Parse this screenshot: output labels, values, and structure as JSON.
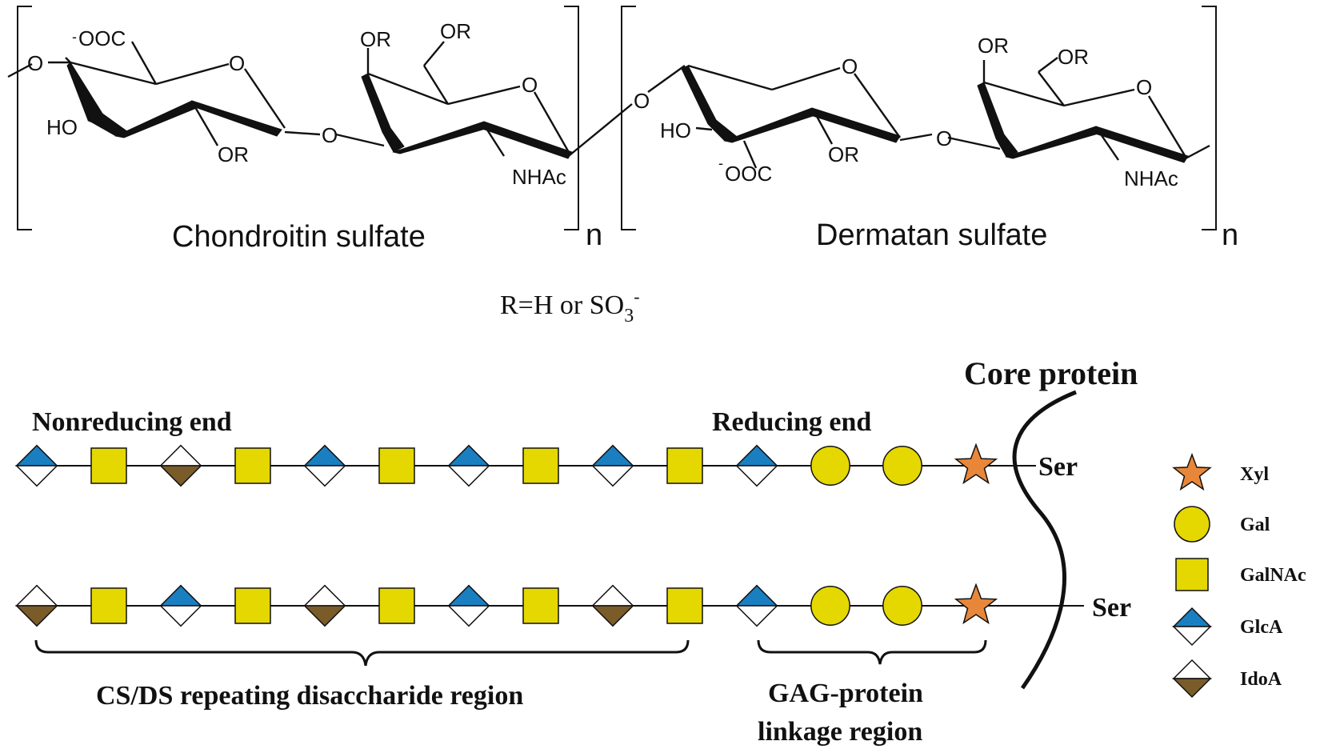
{
  "structures": {
    "cs": {
      "name": "Chondroitin sulfate",
      "subscript": "n",
      "atoms": {
        "coo": "OOC",
        "coo_charge": "-",
        "o_link_left": "O",
        "ring_o1": "O",
        "ho": "HO",
        "or_c2": "OR",
        "glyco_o": "O",
        "or_c4": "OR",
        "or_c6": "OR",
        "ring_o2": "O",
        "nhac": "NHAc"
      }
    },
    "ds": {
      "name": "Dermatan sulfate",
      "subscript": "n",
      "atoms": {
        "o_link": "O",
        "ring_o1": "O",
        "ho": "HO",
        "coo": "OOC",
        "coo_charge": "-",
        "or_c2": "OR",
        "glyco_o": "O",
        "or_c4": "OR",
        "or_c6": "OR",
        "ring_o2": "O",
        "nhac": "NHAc"
      }
    },
    "r_def": {
      "main": "R=H or SO",
      "sub": "3",
      "sup": "-"
    }
  },
  "chains": {
    "nonreducing_label": "Nonreducing end",
    "reducing_label": "Reducing end",
    "core_protein_label": "Core protein",
    "row1": {
      "ser": "Ser",
      "residues": [
        "GlcA",
        "GalNAc",
        "IdoA",
        "GalNAc",
        "GlcA",
        "GalNAc",
        "GlcA",
        "GalNAc",
        "GlcA",
        "GalNAc",
        "GlcA",
        "Gal",
        "Gal",
        "Xyl"
      ]
    },
    "row2": {
      "ser": "Ser",
      "residues": [
        "IdoA",
        "GalNAc",
        "GlcA",
        "GalNAc",
        "IdoA",
        "GalNAc",
        "GlcA",
        "GalNAc",
        "IdoA",
        "GalNAc",
        "GlcA",
        "Gal",
        "Gal",
        "Xyl"
      ]
    },
    "repeat_region_label": "CS/DS repeating disaccharide region",
    "linkage_region_label_1": "GAG-protein",
    "linkage_region_label_2": "linkage region"
  },
  "legend": [
    {
      "symbol": "Xyl",
      "label": "Xyl"
    },
    {
      "symbol": "Gal",
      "label": "Gal"
    },
    {
      "symbol": "GalNAc",
      "label": "GalNAc"
    },
    {
      "symbol": "GlcA",
      "label": "GlcA"
    },
    {
      "symbol": "IdoA",
      "label": "IdoA"
    }
  ],
  "colors": {
    "glca_top": "#1a7fc1",
    "idoa_bottom": "#7a5c2a",
    "galnac_fill": "#e5d700",
    "gal_fill": "#e5d700",
    "xyl_fill": "#e8873a",
    "stroke": "#111111"
  }
}
